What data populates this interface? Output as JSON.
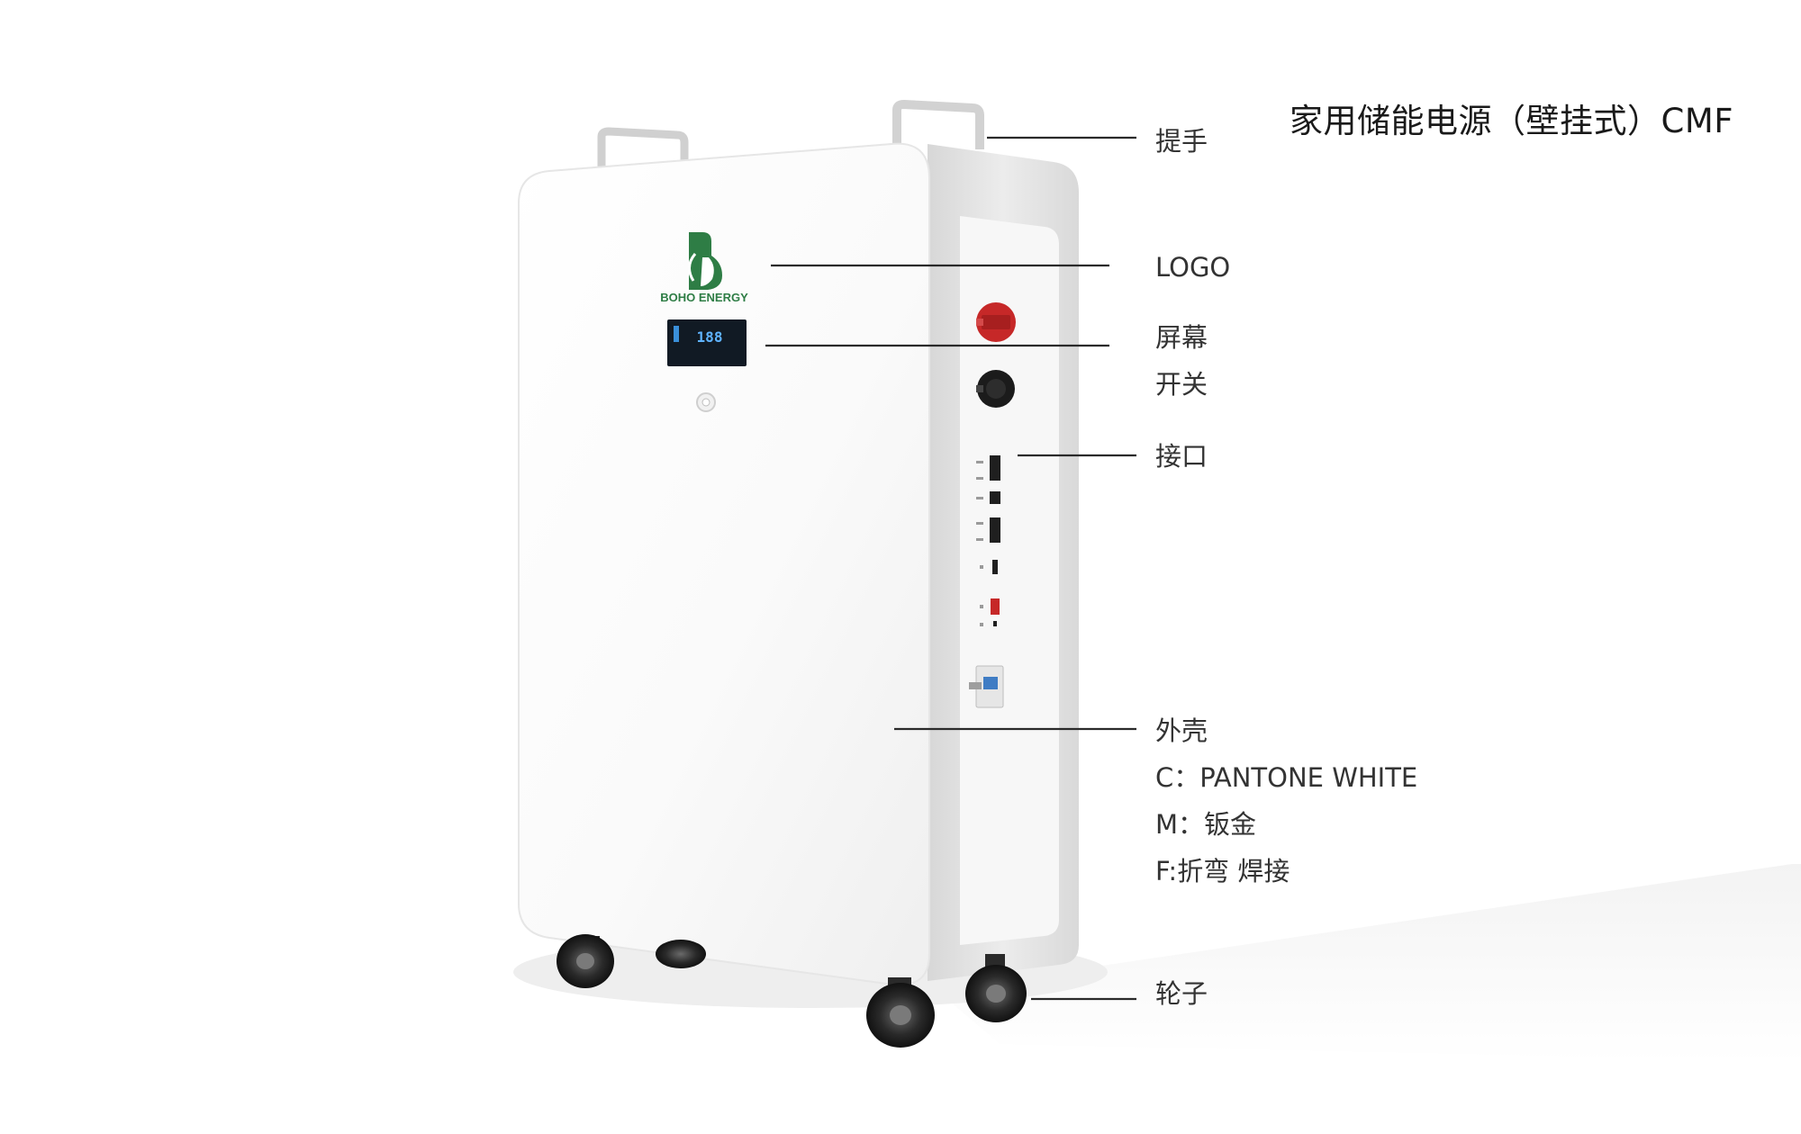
{
  "title": "家用储能电源（壁挂式）CMF",
  "product": {
    "brand_text": "BOHO ENERGY",
    "brand_color": "#2e7d45",
    "display_digits": "188"
  },
  "callouts": [
    {
      "id": "handle",
      "label": "提手"
    },
    {
      "id": "logo",
      "label": "LOGO"
    },
    {
      "id": "screen",
      "label": "屏幕"
    },
    {
      "id": "switch",
      "label": "开关"
    },
    {
      "id": "port",
      "label": "接口"
    },
    {
      "id": "shell",
      "label": "外壳"
    },
    {
      "id": "color",
      "label": "C：PANTONE WHITE"
    },
    {
      "id": "material",
      "label": "M：钣金"
    },
    {
      "id": "finish",
      "label": "F:折弯 焊接"
    },
    {
      "id": "wheel",
      "label": "轮子"
    }
  ],
  "colors": {
    "body": "#fbfbfb",
    "side_frame": "#e2e2e2",
    "accent_red": "#c62828",
    "leader_line": "#2a2a2a"
  }
}
